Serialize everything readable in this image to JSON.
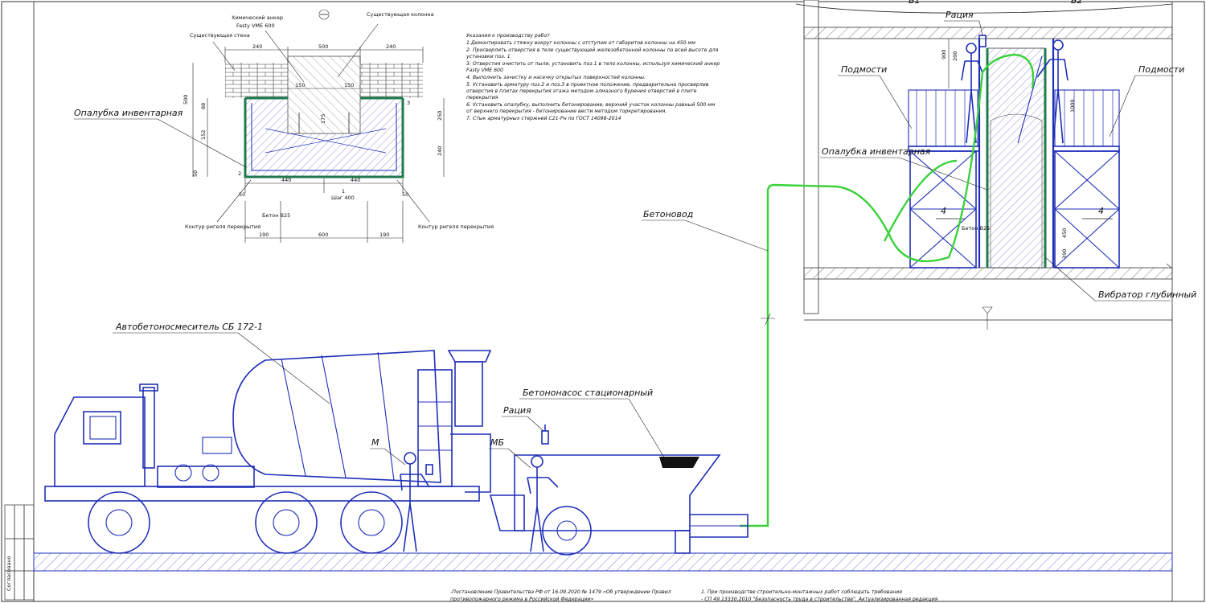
{
  "labels": {
    "formwork_inventory": "Опалубка инвентарная",
    "formwork_inventory_right": "Опалубка инвентарная",
    "mixer_truck": "Автобетоносмеситель СБ 172-1",
    "pump_stationary": "Бетононасос стационарный",
    "concrete_line": "Бетоновод",
    "radio_pump": "Рация",
    "radio_top": "Рация",
    "scaffold_left": "Подмости",
    "scaffold_right": "Подмости",
    "vibrator": "Вибратор глубинный",
    "worker_m": "М",
    "worker_mb": "МБ",
    "worker_b1": "Б1",
    "worker_b2": "Б2",
    "section_mark_left": "4",
    "section_mark_right": "4",
    "stamp_side": "Согласовано"
  },
  "section": {
    "chem_anchor": "Химический анкер",
    "anchor_model": "Fasty VME 600",
    "existing_column": "Существующая колонна",
    "existing_wall": "Существующая стена",
    "concrete": "Бетон В25",
    "contour_left": "Контур ригеля перекрытия",
    "contour_right": "Контур ригеля перекрытия",
    "step": "Шаг 400",
    "dims_top": [
      "240",
      "500",
      "240"
    ],
    "dims_bottom": [
      "190",
      "600",
      "190"
    ],
    "dims_mid": [
      "440",
      "440"
    ],
    "dims_inner": [
      "150",
      "150"
    ],
    "dims_left": [
      "500",
      "88",
      "152",
      "50"
    ],
    "dims_right": [
      "250",
      "240"
    ],
    "dim_175": "175",
    "dim_50a": "50",
    "dim_50b": "50",
    "mark1": "1",
    "mark2": "2",
    "mark3": "3"
  },
  "instructions": {
    "title": "Указания к производству работ",
    "lines": [
      "1.Демонтировать стяжку вокруг колонны с отступом от габаритов колонны на 450 мм",
      "2. Просверлить отверстия в теле существующей железобетонной колонны по всей высоте для",
      "установки поз. 1",
      "3. Отверстия очистить от пыли, установить поз.1 в тело колонны, используя химический анкер",
      "Fasty VME 600",
      "4. Выполнить зачистку и насечку открытых поверхностей колонны.",
      "5. Установить арматуру поз.2 и поз.3 в проектное положение, предварительно просверлив",
      "отверстия в плитах перекрытия этажа методом алмазного бурения отверстий в плите",
      "перекрытия",
      "6. Установить опалубку, выполнить бетонирование, верхний участок колонны равный 500 мм",
      "от верхнего перекрытия - бетонирование вести методом торкретирования.",
      "7. Стык арматурных стержней С21-Рн по ГОСТ 14098-2014"
    ]
  },
  "elevation_dims": {
    "d900": "900",
    "d200": "200",
    "d1000": "1000",
    "d450": "450",
    "d390": "390",
    "concrete_tag": "Бетон В25"
  },
  "footer": {
    "left_line1": "-Постановление Правительства РФ от 16.09.2020 № 1479 «Об утверждении Правил",
    "left_line2": "противопожарного режима в Российской Федерации»",
    "right_line1": "1. При производстве строительно-монтажных работ соблюдать требования",
    "right_line2": "- СП 49.13330.2010 \"Безопасность труда в строительстве\". Актуализированная редакция"
  },
  "colors": {
    "ink": "#1f2fb8",
    "hose": "#3ad13a",
    "formwork": "#1f7a4d"
  }
}
